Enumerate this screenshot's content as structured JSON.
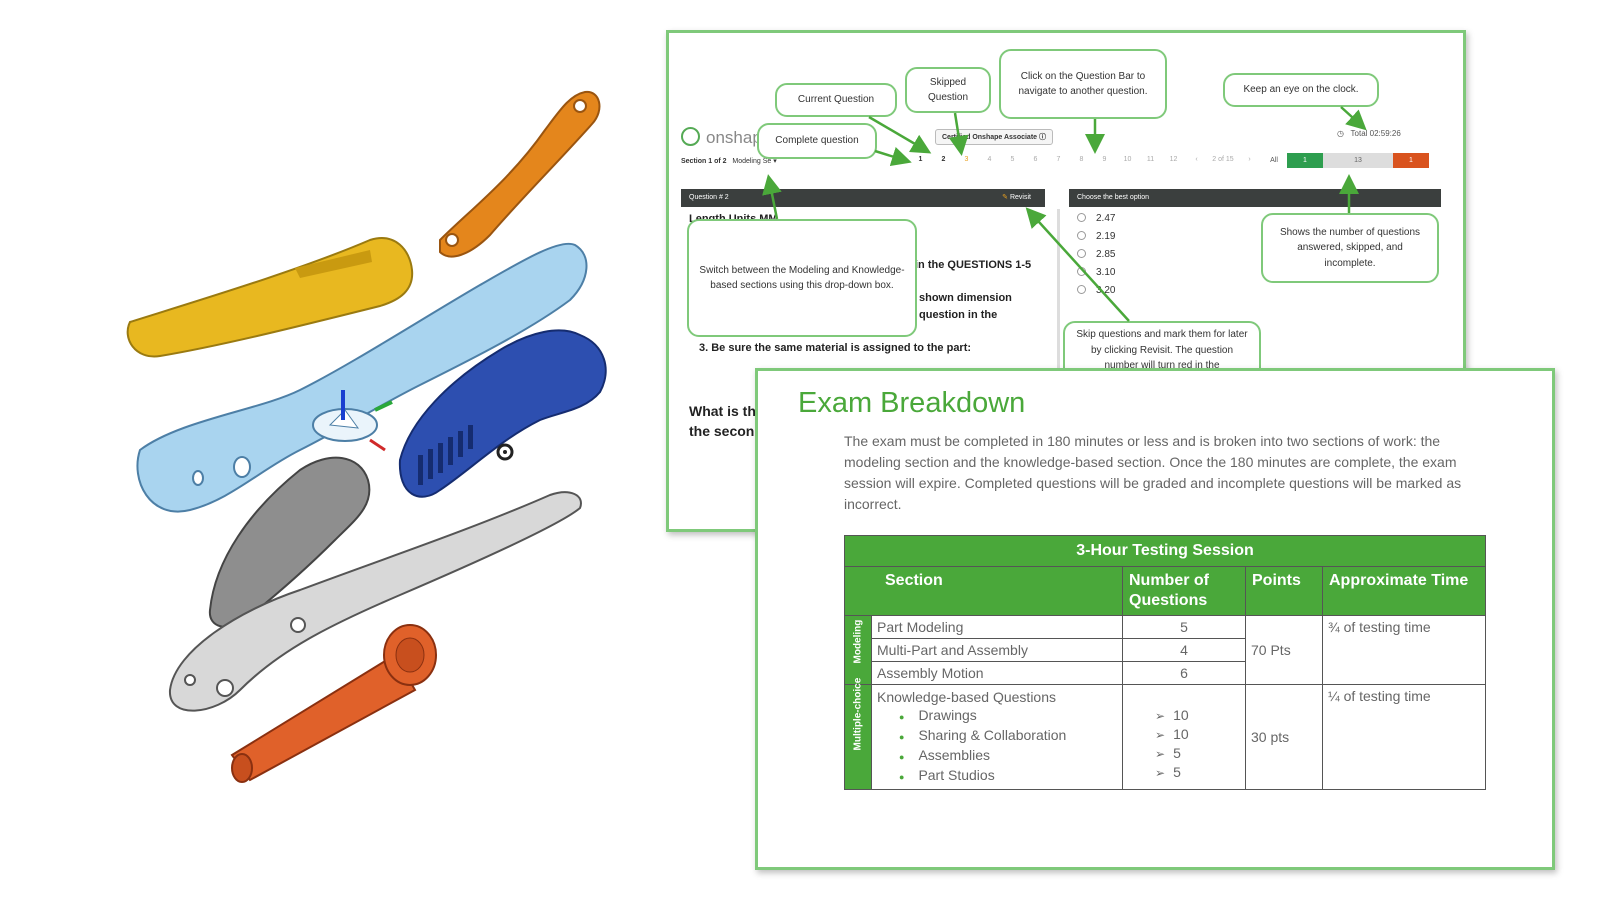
{
  "screenshot": {
    "brand": "onshape",
    "cert_label": "Certified Onshape Associate ⓘ",
    "clock_label": "Total 02:59:26",
    "section_label": "Section 1 of 2",
    "section_select": "Modeling Se ▾",
    "question_numbers": [
      "1",
      "2",
      "3",
      "4",
      "5",
      "6",
      "7",
      "8",
      "9",
      "10",
      "11",
      "12",
      "‹",
      "2 of 15",
      "›"
    ],
    "tally": {
      "all": "All",
      "answered": "1",
      "skipped": "13",
      "incomplete": "1"
    },
    "question_bar": "Question # 2",
    "revisit_label": "Revisit",
    "options_bar": "Choose the best option",
    "options": [
      "2.47",
      "2.19",
      "2.85",
      "3.10",
      "3.20"
    ],
    "question_fragments": {
      "units": "Length Units MM",
      "line1": "in the QUESTIONS 1-5",
      "line2": "shown dimension",
      "line3": "question in the",
      "line4": "3. Be sure the same material is assigned to the part:",
      "prompt1": "What is th",
      "prompt2": "the secon"
    },
    "callouts": {
      "current": "Current Question",
      "skipped": "Skipped Question",
      "question_bar": "Click on the Question Bar to navigate to another question.",
      "clock": "Keep an eye on the clock.",
      "complete": "Complete question",
      "switch": "Switch between the Modeling and Knowledge-based sections using this drop-down box.",
      "shows": "Shows the number of questions answered, skipped, and incomplete.",
      "skip": "Skip questions and mark them for later by clicking Revisit. The question number will turn red in the"
    }
  },
  "exam": {
    "title": "Exam Breakdown",
    "description": "The exam must be completed in 180 minutes or less and is broken into two sections of work: the modeling section and the knowledge-based section. Once the 180 minutes are complete, the exam session will expire. Completed questions will be graded and incomplete questions will be marked as incorrect.",
    "table_title": "3-Hour Testing Session",
    "headers": {
      "section": "Section",
      "questions": "Number of Questions",
      "points": "Points",
      "time": "Approximate Time"
    },
    "modeling": {
      "group_label": "Modeling",
      "rows": [
        {
          "section": "Part Modeling",
          "questions": "5"
        },
        {
          "section": "Multi-Part and Assembly",
          "questions": "4"
        },
        {
          "section": "Assembly Motion",
          "questions": "6"
        }
      ],
      "points": "70 Pts",
      "time": "¾  of testing time"
    },
    "mc": {
      "group_label": "Multiple-choice",
      "heading": "Knowledge-based Questions",
      "items": [
        "Drawings",
        "Sharing & Collaboration",
        "Assemblies",
        "Part Studios"
      ],
      "counts": [
        "10",
        "10",
        "5",
        "5"
      ],
      "points": "30 pts",
      "time": "¼ of testing time"
    }
  },
  "colors": {
    "accent_green": "#4aa83a",
    "callout_green": "#7fc97a",
    "dark_bar": "#3b3f3e",
    "answered": "#2e9e4f",
    "incomplete": "#d9531e"
  }
}
